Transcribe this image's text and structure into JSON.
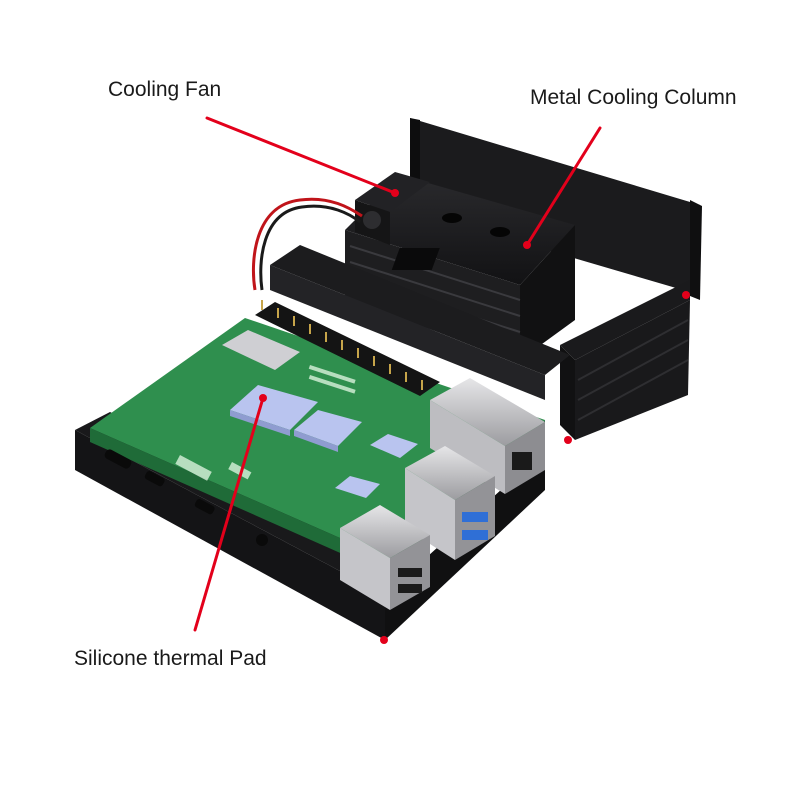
{
  "callouts": {
    "cooling_fan": "Cooling Fan",
    "metal_cooling_column": "Metal Cooling Column",
    "silicone_thermal_pad": "Silicone thermal Pad"
  },
  "colors": {
    "background": "#ffffff",
    "leader_line": "#e3001b",
    "case": "#1c1c1e",
    "pcb": "#2f8f4e",
    "thermal_pad": "#b9c4ef",
    "metal_port": "#c9c9cc",
    "usb3_blue": "#2f6fd6"
  }
}
